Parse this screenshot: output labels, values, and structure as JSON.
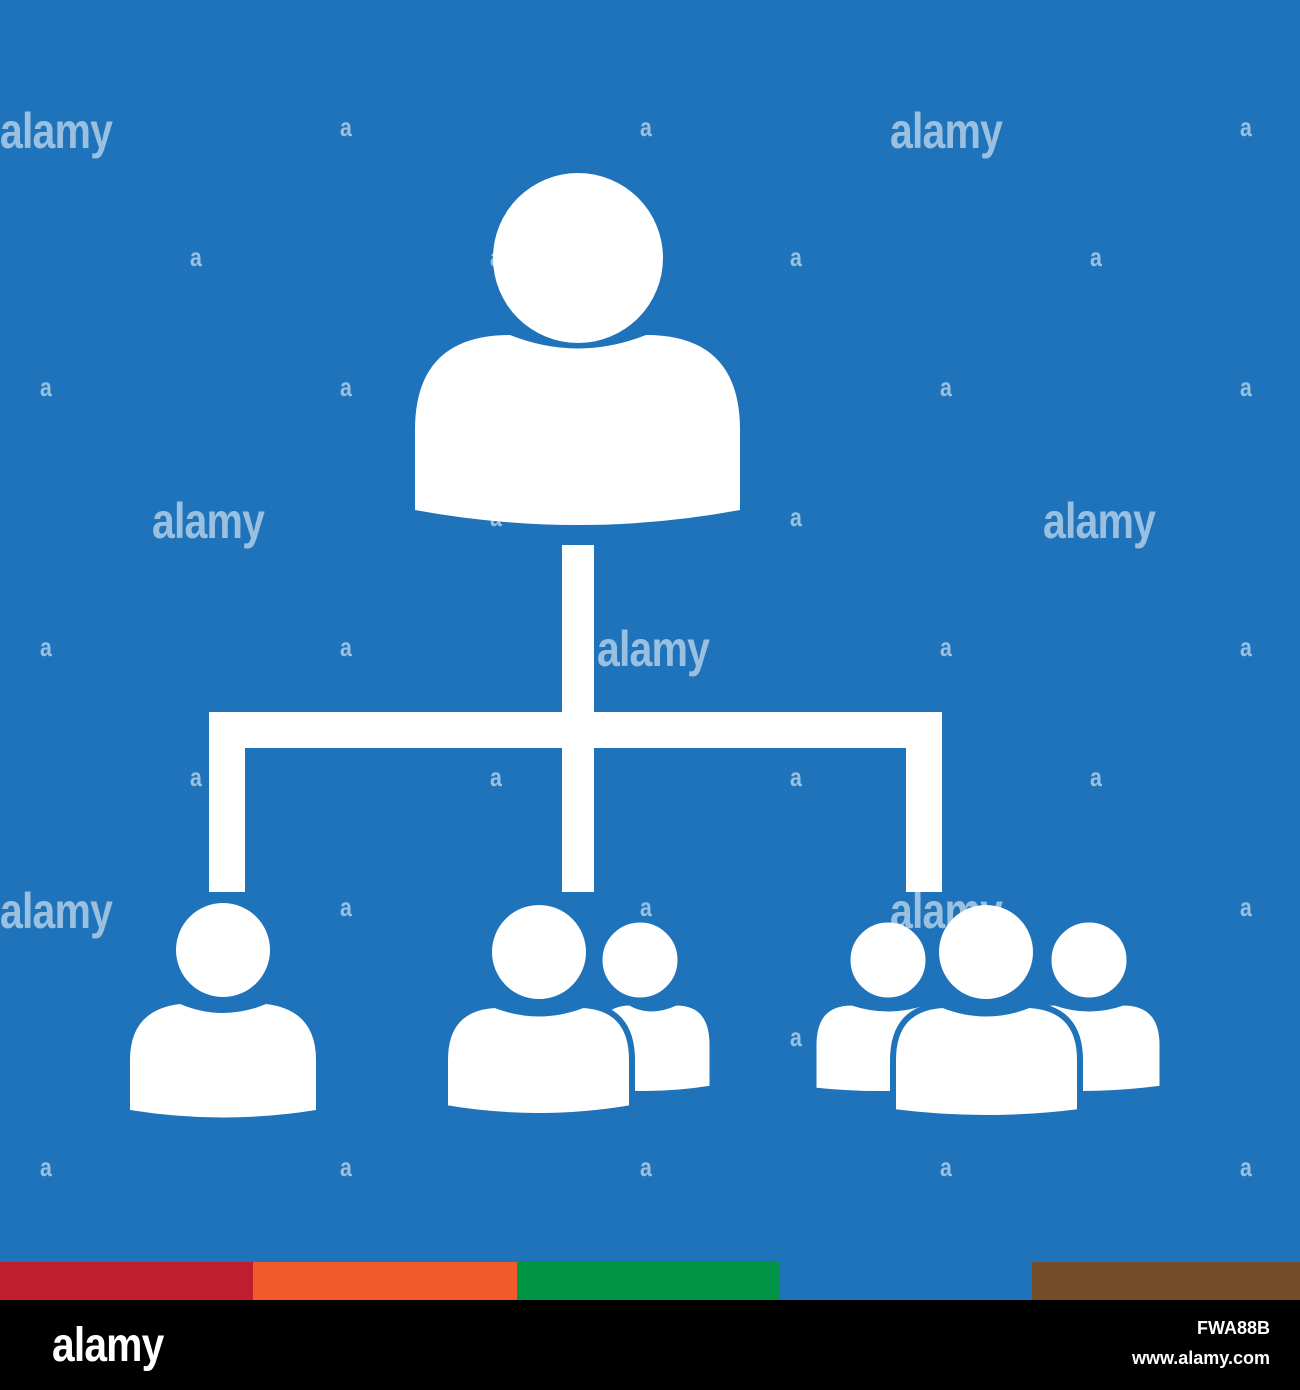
{
  "colors": {
    "background": "#1e73ba",
    "icon": "#ffffff",
    "stripes": [
      "#be1e2d",
      "#f15a2b",
      "#009444",
      "#1e73ba",
      "#754c29"
    ]
  },
  "watermark_text": "alamy",
  "watermark_glyph": "a",
  "diagram": {
    "top_node": "person-icon",
    "children": [
      "person-icon",
      "two-people-icon",
      "three-people-icon"
    ]
  },
  "footer": {
    "logo": "alamy",
    "image_id": "FWA88B",
    "url": "www.alamy.com"
  }
}
